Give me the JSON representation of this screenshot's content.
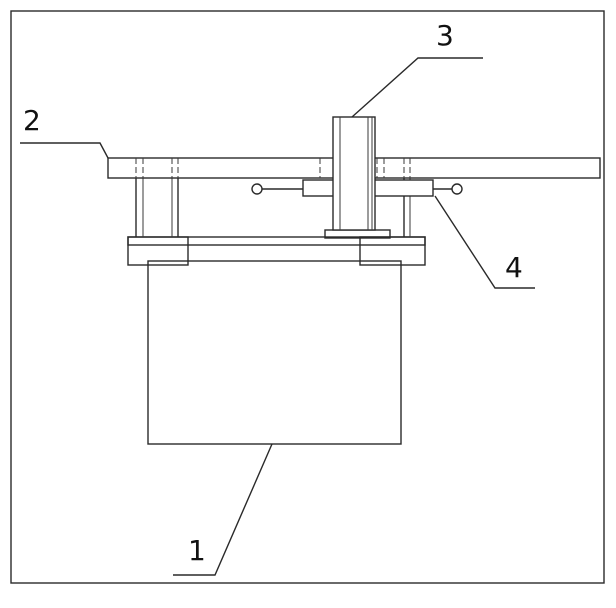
{
  "labels": {
    "base_box": "1",
    "plate": "2",
    "shaft": "3",
    "side_bar": "4"
  }
}
